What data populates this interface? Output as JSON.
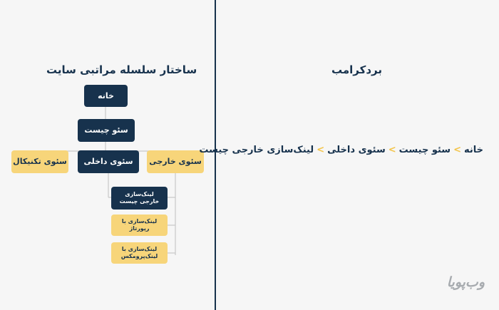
{
  "left_panel": {
    "title": "ساختار سلسله مراتبی سایت",
    "nodes": {
      "home": "خانه",
      "seo_what": "سئو چیست",
      "technical_seo": "سئوی تکنیکال",
      "onpage_seo": "سئوی داخلی",
      "offpage_seo": "سئوی خارجی",
      "external_linking": "لینک‌سازی خارجی چیست",
      "reportage": "لینک‌سازی با رپورتاژ",
      "promex": "لینک‌سازی با لینک‌پرومکس"
    }
  },
  "right_panel": {
    "title": "بردکرامب",
    "breadcrumb": [
      "خانه",
      "سئو چیست",
      "سئوی داخلی",
      "لینک‌سازی خارجی چیست"
    ],
    "separator": ">"
  },
  "watermark": "وب‌پویا",
  "colors": {
    "navy": "#17324d",
    "gold": "#f7d57a",
    "separator": "#f3c449"
  }
}
